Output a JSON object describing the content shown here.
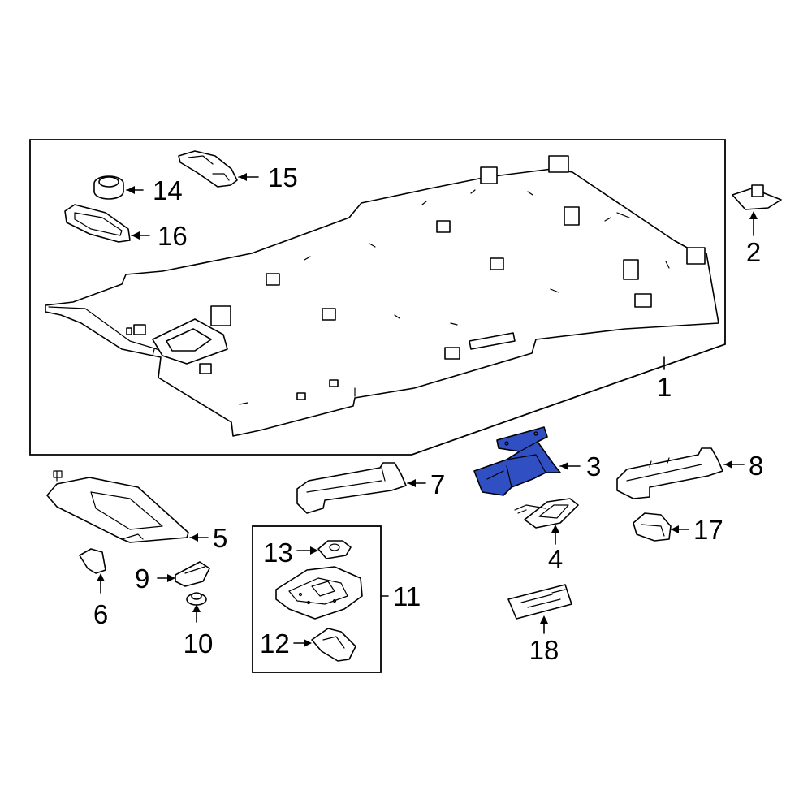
{
  "highlight_color": "#2f4fc2",
  "callouts": {
    "c1": "1",
    "c2": "2",
    "c3": "3",
    "c4": "4",
    "c5": "5",
    "c6": "6",
    "c7": "7",
    "c8": "8",
    "c9": "9",
    "c10": "10",
    "c11": "11",
    "c12": "12",
    "c13": "13",
    "c14": "14",
    "c15": "15",
    "c16": "16",
    "c17": "17",
    "c18": "18"
  },
  "highlighted_part": "3"
}
